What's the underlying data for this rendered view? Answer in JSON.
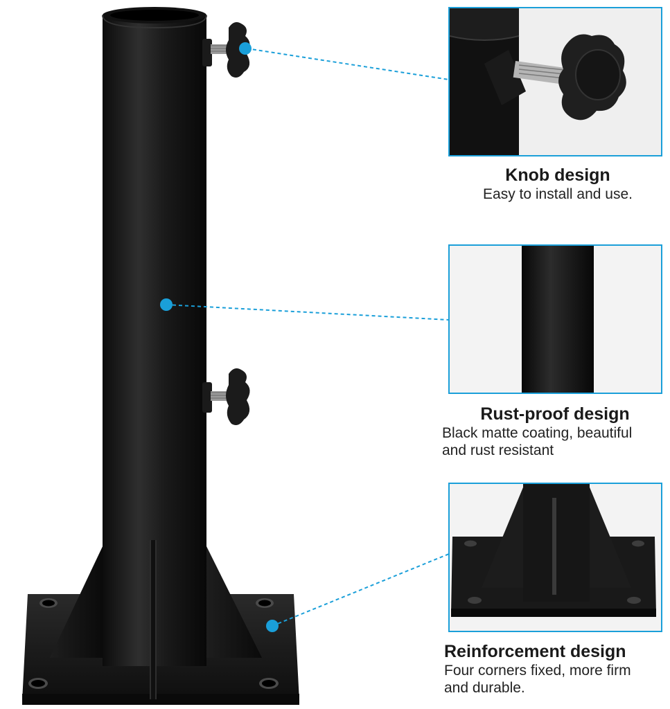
{
  "features": [
    {
      "title": "Knob design",
      "description_lines": [
        "Easy to install and use."
      ]
    },
    {
      "title": "Rust-proof design",
      "description_lines": [
        "Black matte coating, beautiful",
        "and rust resistant"
      ]
    },
    {
      "title": "Reinforcement design",
      "description_lines": [
        "Four corners fixed, more firm",
        "and durable."
      ]
    }
  ],
  "colors": {
    "accent": "#1a9fd9",
    "product": "#151515",
    "product_highlight": "#3a3a3a"
  },
  "icons": [
    "callout-dot-icon",
    "knob-icon",
    "bolt-icon"
  ]
}
